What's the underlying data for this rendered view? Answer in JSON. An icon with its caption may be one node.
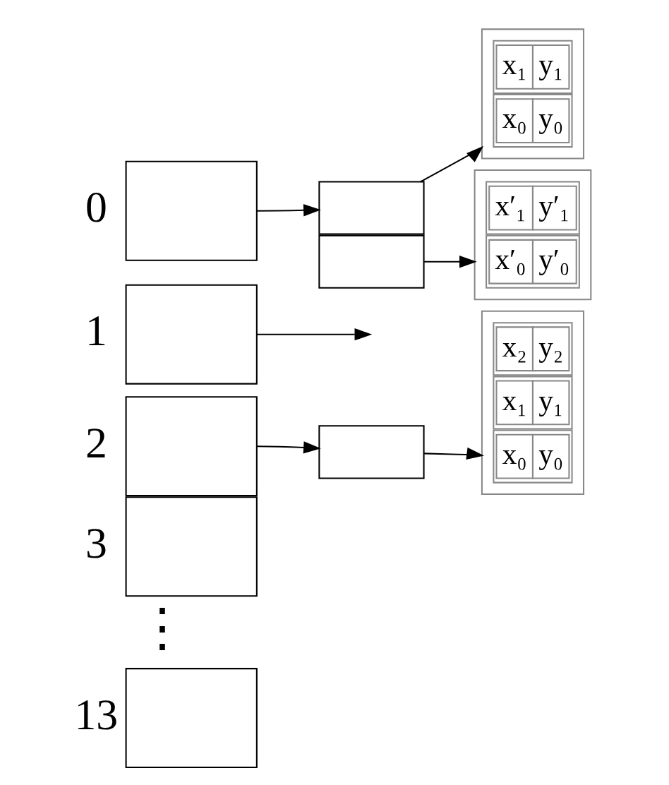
{
  "diagram": {
    "nodes": [
      {
        "text": [],
        "shape": "box",
        "beside": [
          "0"
        ]
      },
      {
        "text": [],
        "shape": "box",
        "beside": [
          "1"
        ]
      },
      {
        "text": [],
        "shape": "box",
        "beside": [
          "2"
        ]
      },
      {
        "text": [],
        "shape": "box",
        "beside": [
          "3"
        ]
      },
      {
        "text": [],
        "shape": "box",
        "beside": [
          "13"
        ]
      },
      {
        "text": [],
        "shape": "box"
      },
      {
        "text": [],
        "shape": "box"
      },
      {
        "text": [],
        "shape": "box"
      },
      {
        "text": [],
        "shape": "box"
      },
      {
        "text": [
          "x₀",
          "y₀"
        ],
        "in": 8
      },
      {
        "text": [
          "x₁",
          "y₁"
        ],
        "in": 8
      },
      {
        "text": [],
        "shape": "box"
      },
      {
        "text": [
          "x′₀",
          "y′₀"
        ],
        "in": 11
      },
      {
        "text": [
          "x′₁",
          "y′₁"
        ],
        "in": 11
      },
      {
        "text": [],
        "shape": "box"
      },
      {
        "text": [
          "x₀",
          "y₀"
        ],
        "in": 14
      },
      {
        "text": [
          "x₁",
          "y₁"
        ],
        "in": 14
      },
      {
        "text": [
          "x₂",
          "y₂"
        ],
        "in": 14
      }
    ],
    "edges": [
      {
        "from": 0,
        "to": 5,
        "arrow": "to"
      },
      {
        "from": 1,
        "to": null,
        "arrow": "to"
      },
      {
        "from": 2,
        "to": 7,
        "arrow": "to"
      },
      {
        "from": 5,
        "to": 8,
        "arrow": "to"
      },
      {
        "from": 6,
        "to": 11,
        "arrow": "to"
      },
      {
        "from": 7,
        "to": 14,
        "arrow": "to"
      }
    ],
    "labels": [
      "⋮"
    ]
  }
}
